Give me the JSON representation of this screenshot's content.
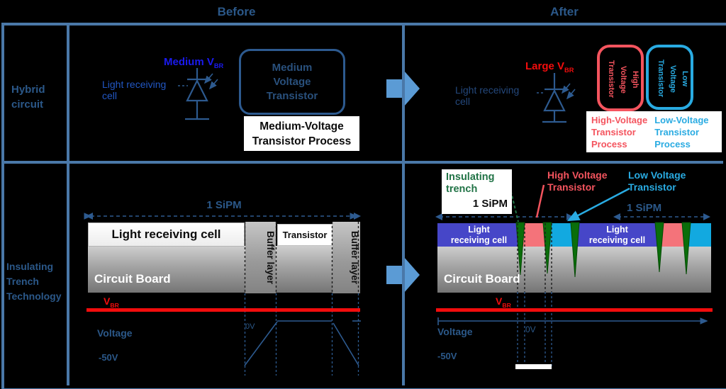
{
  "header": {
    "before": "Before",
    "after": "After"
  },
  "row_labels": {
    "row1": [
      "Hybrid",
      "circuit"
    ],
    "row2": [
      "Insulating",
      "Trench",
      "Technology"
    ]
  },
  "circuit_before": {
    "bias": "Medium V",
    "bias_sub": "BR",
    "cell_line1": "Light receiving",
    "cell_line2": "cell",
    "box_line1": "Medium",
    "box_line2": "Voltage",
    "box_line3": "Transistor",
    "process_line1": "Medium-Voltage",
    "process_line2": "Transistor Process"
  },
  "circuit_after": {
    "bias": "Large V",
    "bias_sub": "BR",
    "cell_line1": "Light receiving",
    "cell_line2": "cell",
    "hv_line1": "High",
    "hv_line2": "Voltage",
    "hv_line3": "Transistor",
    "lv_line1": "Low",
    "lv_line2": "Voltage",
    "lv_line3": "Transistor",
    "hv_process_line1": "High-Voltage",
    "hv_process_line2": "Transistor",
    "hv_process_line3": "Process",
    "lv_process_line1": "Low-Voltage",
    "lv_process_line2": "Transistor",
    "lv_process_line3": "Process"
  },
  "cross_before": {
    "sipm": "1 SiPM",
    "light_cell": "Light receiving cell",
    "buffer1": "Buffer layer",
    "transistor": "Transistor",
    "buffer2": "Buffer layer",
    "board": "Circuit Board",
    "vbr": "V",
    "vbr_sub": "BR",
    "zero": "0V",
    "voltage": "Voltage",
    "minus50": "-50V"
  },
  "cross_after": {
    "trench_line1": "Insulating",
    "trench_line2": "trench",
    "trench_sipm": "1 SiPM",
    "hv_line1": "High Voltage",
    "hv_line2": "Transistor",
    "lv_line1": "Low Voltage",
    "lv_line2": "Transistor",
    "sipm2": "1 SiPM",
    "cell1_line1": "Light",
    "cell1_line2": "receiving cell",
    "cell2_line1": "Light",
    "cell2_line2": "receiving cell",
    "board": "Circuit Board",
    "vbr": "V",
    "vbr_sub": "BR",
    "zero": "0V",
    "voltage": "Voltage",
    "minus50": "-50V"
  },
  "colors": {
    "table_border": "#4a78a8",
    "big_arrow_blue": "#5b9bd5",
    "vivid_blue": "#1a1aee",
    "vbr_red": "#f20d0d",
    "salmon_red": "#f4545e",
    "cyan_blue": "#29abe2",
    "trench_green_text": "#217346",
    "trench_green_fill": "#0a6e0a",
    "cell_block_blue": "#4646c8",
    "ghost_navy": "#2b5889"
  }
}
